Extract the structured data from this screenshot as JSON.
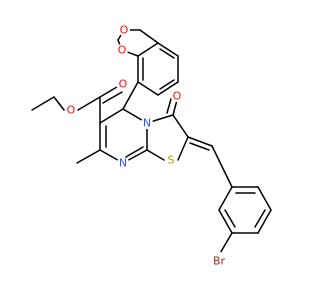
{
  "molecule": {
    "atoms": {
      "o_ring_top": "O",
      "o_ring_bottom": "O",
      "o_carbonyl_ester": "O",
      "o_ester": "O",
      "o_ketone": "O",
      "n_ring_fused": "N",
      "n_ring_imine": "N",
      "s_thiazole": "S",
      "br": "Br"
    },
    "colors": {
      "carbon_bond": "#000000",
      "oxygen": "#ff0d0d",
      "nitrogen": "#3050f8",
      "sulfur": "#b2a600",
      "bromine": "#a62929"
    }
  }
}
